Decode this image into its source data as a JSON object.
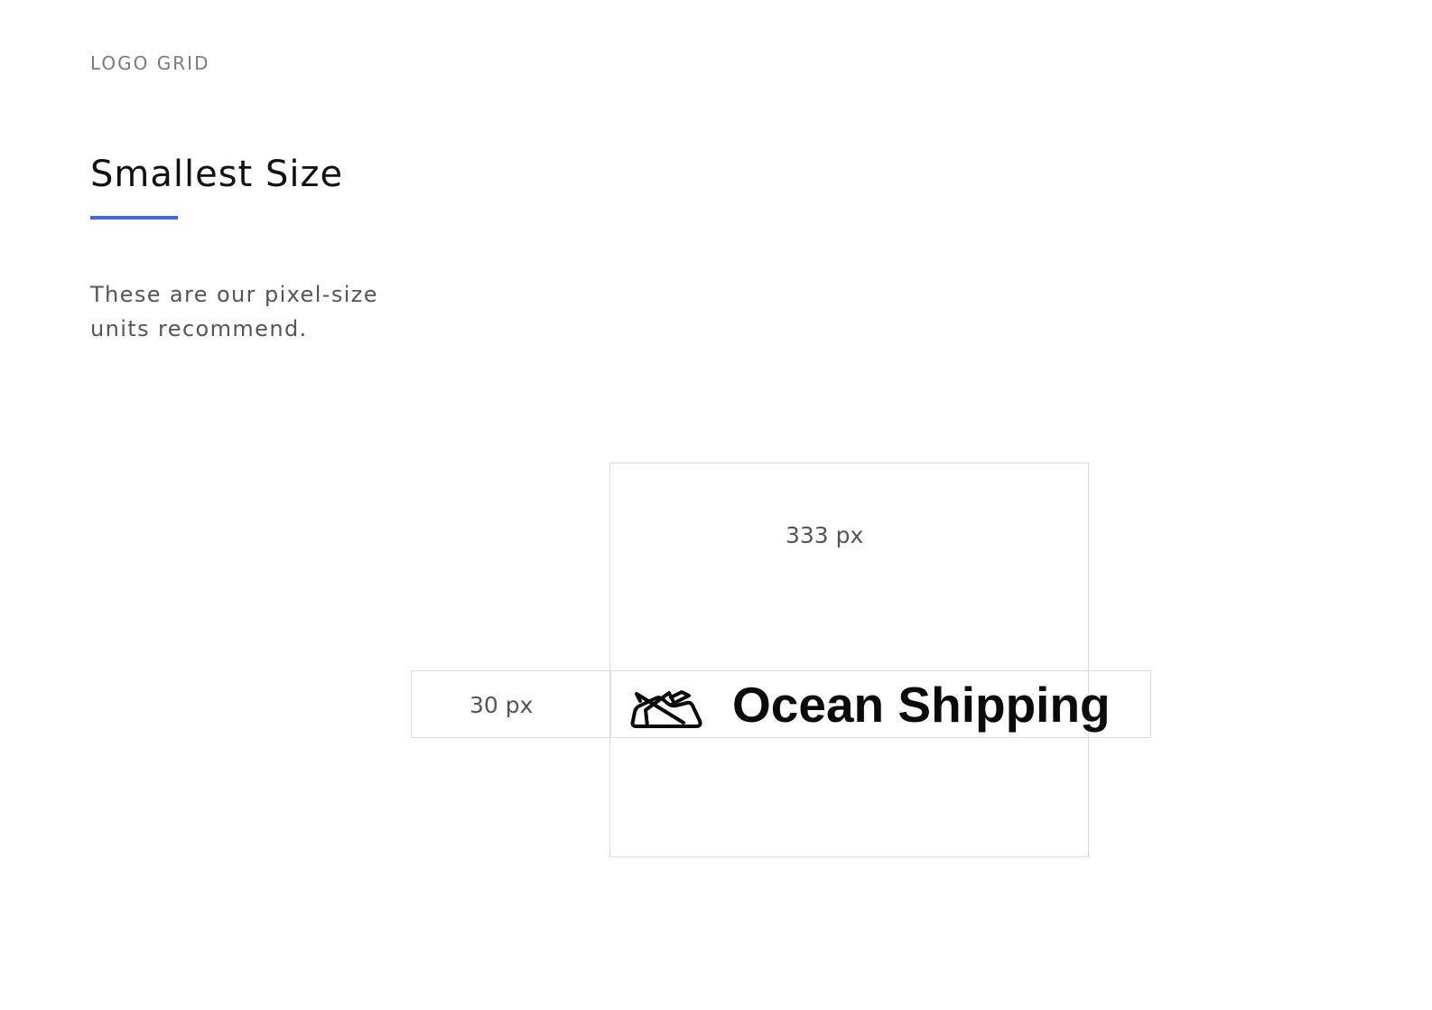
{
  "header": {
    "eyebrow": "LOGO GRID"
  },
  "section": {
    "title": "Smallest Size",
    "accent_color": "#3f66f2",
    "description": "These are our pixel-size units recommend."
  },
  "logo_grid": {
    "width_label": "333 px",
    "height_label": "30 px",
    "grid_line_color": "#dcdcdc"
  },
  "logo": {
    "icon": "folded-paper-boat-icon",
    "wordmark": "Ocean Shipping"
  }
}
